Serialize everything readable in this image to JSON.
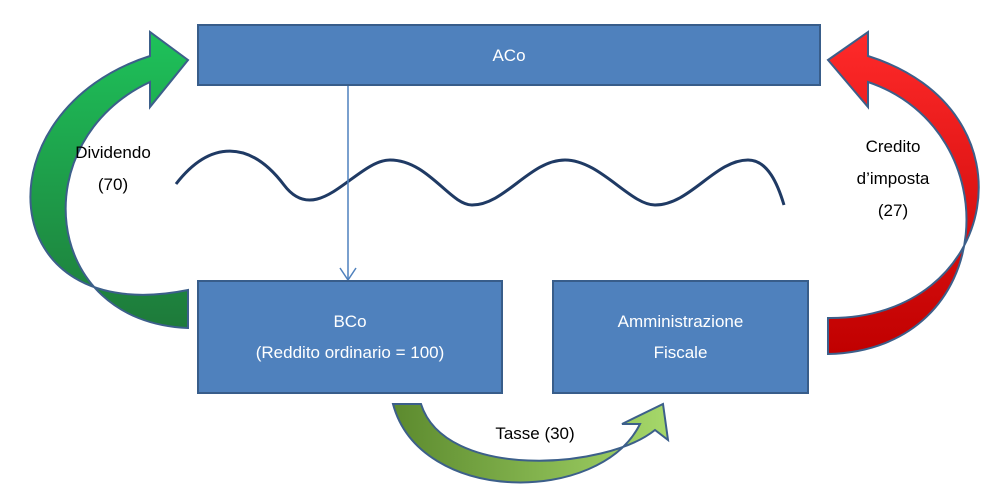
{
  "colors": {
    "box_fill": "#4f81bd",
    "box_border": "#385d8a",
    "green_dark": "#1e7a3a",
    "green_light": "#1ec25a",
    "red_dark": "#c00000",
    "red_light": "#ff2a2a",
    "olive_dark": "#5c8a2e",
    "olive_light": "#a6d86a",
    "wave": "#1f3a64",
    "connector": "#4f81bd"
  },
  "nodes": {
    "aco": {
      "label": "ACo"
    },
    "bco": {
      "line1": "BCo",
      "line2": "(Reddito ordinario = 100)"
    },
    "fiscal": {
      "line1": "Amministrazione",
      "line2": "Fiscale"
    }
  },
  "flows": {
    "dividend": {
      "line1": "Dividendo",
      "line2": "(70)"
    },
    "tax_credit": {
      "line1": "Credito",
      "line2": "d’imposta",
      "line3": "(27)"
    },
    "taxes": {
      "label": "Tasse (30)"
    }
  },
  "icons": {
    "left_arrow": "curved-arrow-up-right",
    "right_arrow": "curved-arrow-up-left",
    "bottom_arrow": "curved-arrow-right"
  }
}
